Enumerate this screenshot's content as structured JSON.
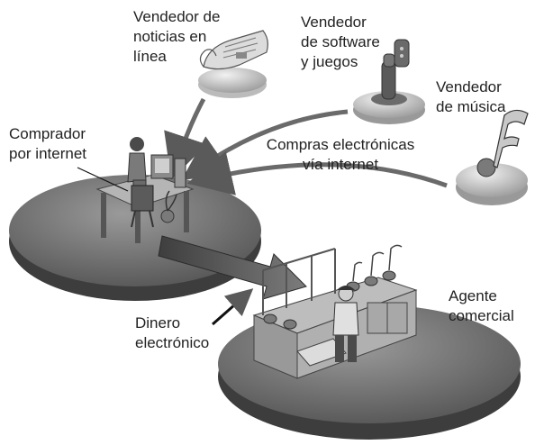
{
  "labels": {
    "news_vendor": "Vendedor de\nnoticias en\nlínea",
    "software_vendor": "Vendedor\nde software\ny juegos",
    "music_vendor": "Vendedor\nde música",
    "buyer": "Comprador\npor internet",
    "purchases": "Compras electrónicas\nvía internet",
    "agent": "Agente\ncomercial",
    "money": "Dinero\nelectrónico"
  },
  "colors": {
    "platform_dark": "#5e5e5e",
    "platform_mid": "#8a8a8a",
    "arrow": "#6a6a6a",
    "text": "#222222"
  },
  "icons": [
    "newspaper-icon",
    "joystick-icon",
    "music-note-icon",
    "computer-icon",
    "shop-counter-icon"
  ]
}
